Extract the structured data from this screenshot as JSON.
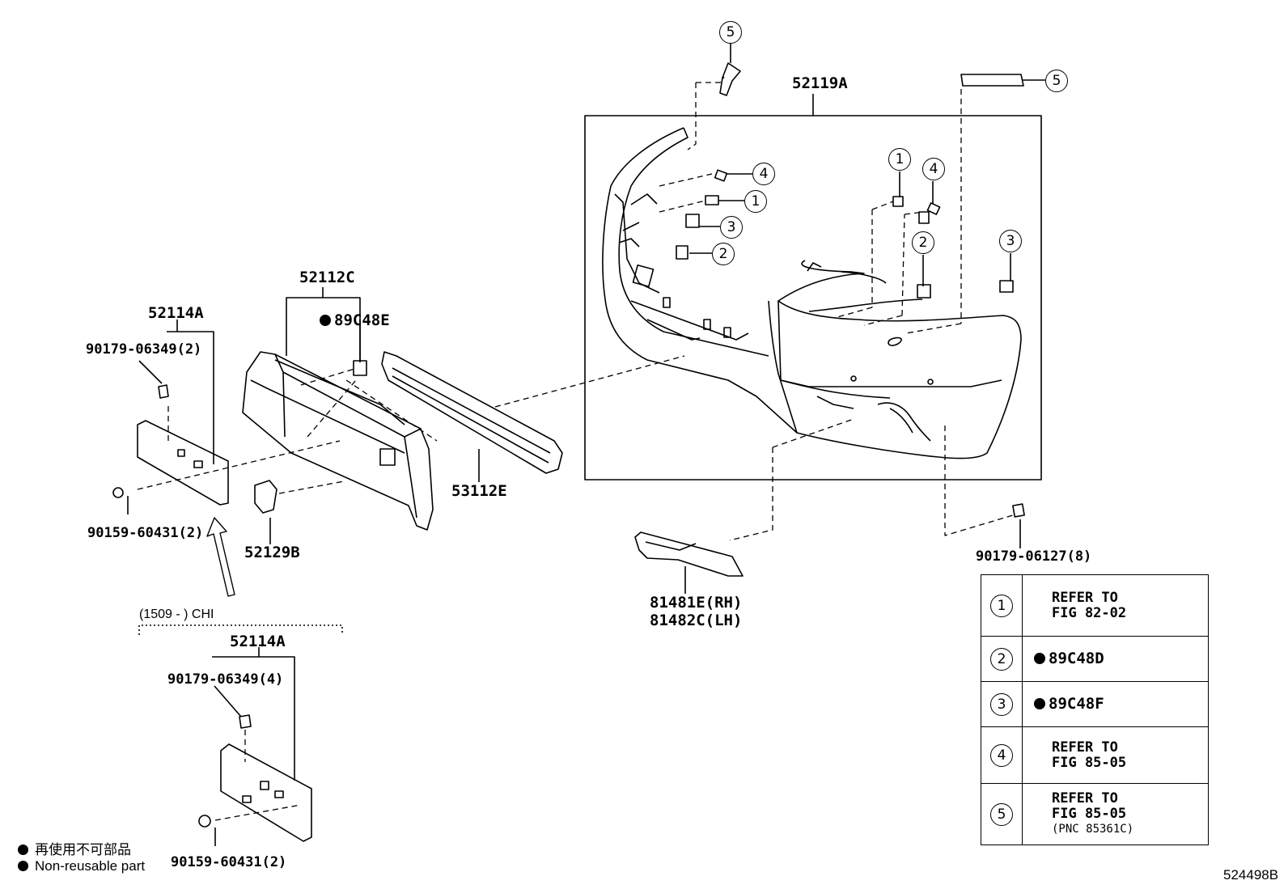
{
  "parts": {
    "bumper_cover": "52119A",
    "grille_frame": "52112C",
    "grille_clip": "89C48E",
    "license_bracket": "52114A",
    "license_clip": "90179-06349(2)",
    "license_screw": "90159-60431(2)",
    "lower_grille": "53112E",
    "tow_cover": "52129B",
    "fog_cover_rh": "81481E(RH)",
    "fog_cover_lh": "81482C(LH)",
    "nut": "90179-06127(8)"
  },
  "variant": {
    "note": "(1509 -     ) CHI",
    "bracket": "52114A",
    "clip": "90179-06349(4)",
    "screw": "90159-60431(2)"
  },
  "callouts": [
    "1",
    "2",
    "3",
    "4",
    "5"
  ],
  "reference_table": [
    {
      "num": "1",
      "text1": "REFER TO",
      "text2": "FIG 82-02",
      "text3": ""
    },
    {
      "num": "2",
      "text1": "89C48D",
      "text2": "",
      "text3": ""
    },
    {
      "num": "3",
      "text1": "89C48F",
      "text2": "",
      "text3": ""
    },
    {
      "num": "4",
      "text1": "REFER TO",
      "text2": "FIG 85-05",
      "text3": ""
    },
    {
      "num": "5",
      "text1": "REFER TO",
      "text2": "FIG 85-05",
      "text3": "(PNC 85361C)"
    }
  ],
  "legend": {
    "japanese": "再使用不可部品",
    "english": "Non-reusable part"
  },
  "drawing_number": "524498B"
}
